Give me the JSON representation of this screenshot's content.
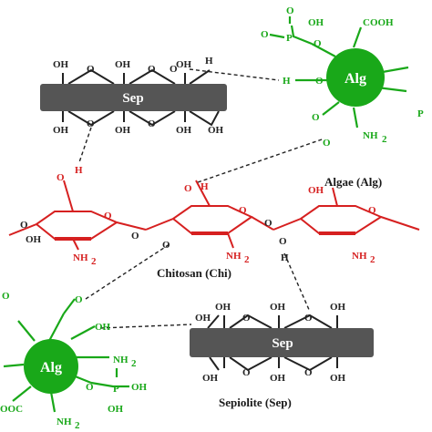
{
  "labels": {
    "algae": "Algae (Alg)",
    "chitosan": "Chitosan (Chi)",
    "sepiolite": "Sepiolite (Sep)"
  },
  "blocks": {
    "sep": "Sep",
    "alg": "Alg"
  },
  "groups": {
    "oh": "OH",
    "o": "O",
    "h": "H",
    "p": "P",
    "cooh": "COOH",
    "nh2": "NH",
    "sub2": "2",
    "ooc": "OOC"
  },
  "colors": {
    "sep_fill": "#555555",
    "alg_fill": "#19a819",
    "chitosan": "#d62020",
    "bond": "#222222"
  }
}
